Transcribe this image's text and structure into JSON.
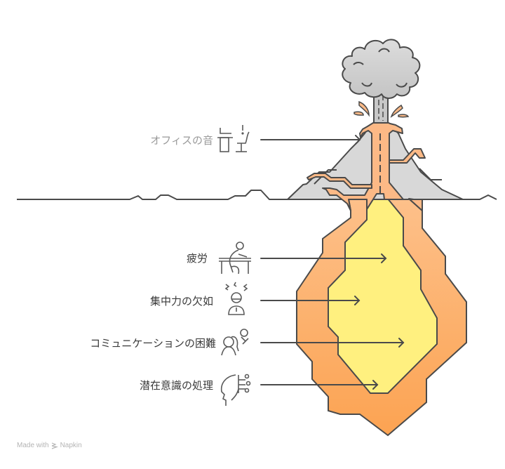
{
  "diagram": {
    "type": "iceberg-volcano",
    "colors": {
      "outline": "#4a4a4a",
      "rock": "#d8d8d8",
      "smoke": "#d0d0d0",
      "magma_outer": "#fdb276",
      "magma_inner": "#fff07f",
      "lava_conduit": "#fcb986",
      "text": "#3a3a3a",
      "text_muted": "#9a9a9a"
    },
    "above_surface": [
      {
        "id": "office-noise",
        "label": "オフィスの音",
        "icon": "office-desk-chair-icon"
      }
    ],
    "below_surface": [
      {
        "id": "fatigue",
        "label": "疲労",
        "icon": "tired-person-at-desk-icon"
      },
      {
        "id": "lack-of-focus",
        "label": "集中力の欠如",
        "icon": "stressed-person-icon"
      },
      {
        "id": "communication-difficulty",
        "label": "コミュニケーションの困難",
        "icon": "people-communication-icon"
      },
      {
        "id": "subconscious-processing",
        "label": "潜在意識の処理",
        "icon": "brain-circuit-head-icon"
      }
    ]
  },
  "watermark": {
    "prefix": "Made with",
    "brand": "Napkin",
    "icon": "napkin-logo-icon"
  }
}
